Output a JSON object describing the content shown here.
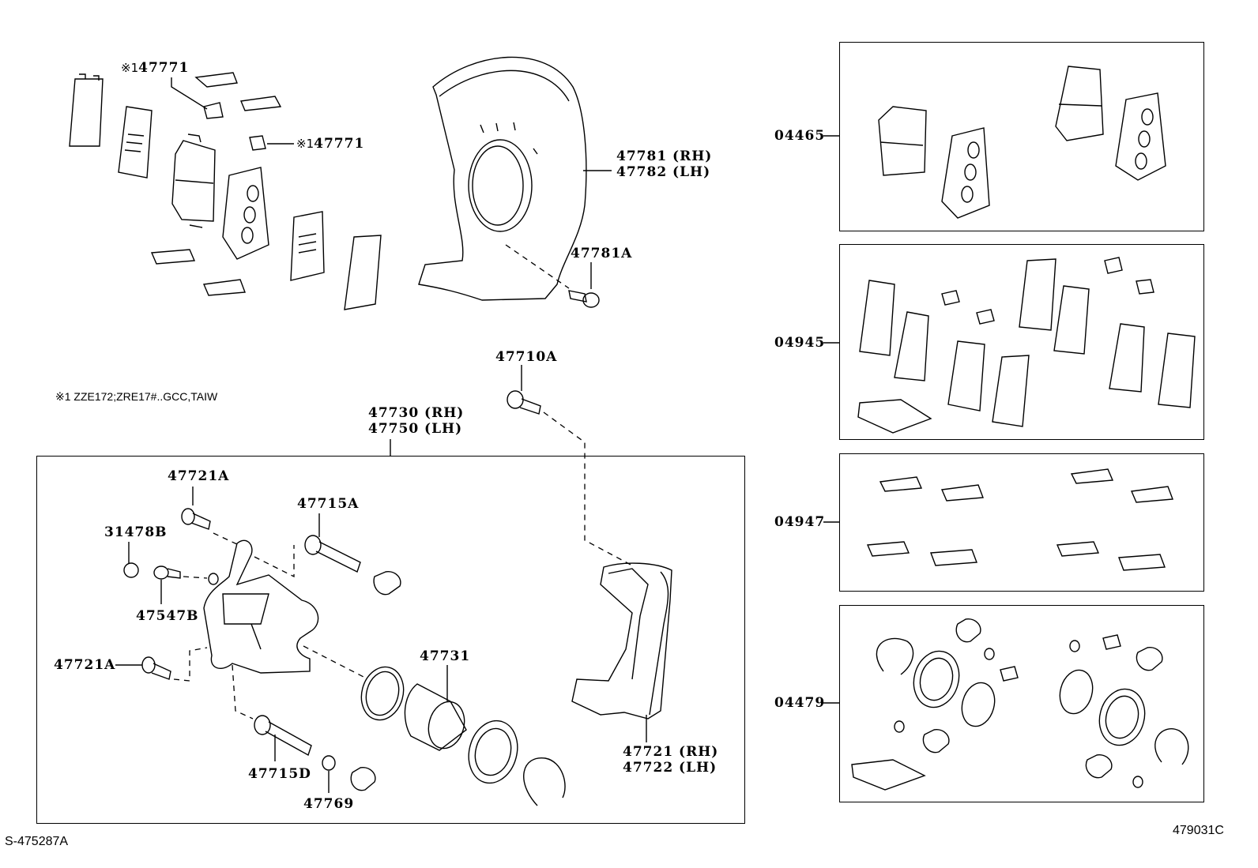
{
  "diagram": {
    "title_code_left": "S-475287A",
    "title_code_right": "479031C",
    "footnote": "※1 ZZE172;ZRE17#..GCC,TAIW",
    "callouts": {
      "clip_upper": {
        "mark": "※1",
        "part": "47771"
      },
      "clip_middle": {
        "mark": "※1",
        "part": "47771"
      },
      "dust_cover": {
        "line1": "47781 (RH)",
        "line2": "47782 (LH)"
      },
      "dust_cover_bolt": "47781A",
      "mounting_bolt": "47710A",
      "caliper_assy": {
        "line1": "47730 (RH)",
        "line2": "47750 (LH)"
      },
      "bolt_upper": "47721A",
      "guide_pin_upper": "47715A",
      "bleeder_cap": "31478B",
      "bleeder_plug": "47547B",
      "bolt_lower": "47721A",
      "piston": "47731",
      "guide_pin_lower": "47715D",
      "bushing": "47769",
      "mounting": {
        "line1": "47721 (RH)",
        "line2": "47722 (LH)"
      }
    },
    "kits": [
      {
        "part": "04465",
        "content": "disc-brake-pad-kit"
      },
      {
        "part": "04945",
        "content": "anti-squeal-shim-kit"
      },
      {
        "part": "04947",
        "content": "pad-support-plate-kit"
      },
      {
        "part": "04479",
        "content": "cylinder-kit"
      }
    ]
  }
}
